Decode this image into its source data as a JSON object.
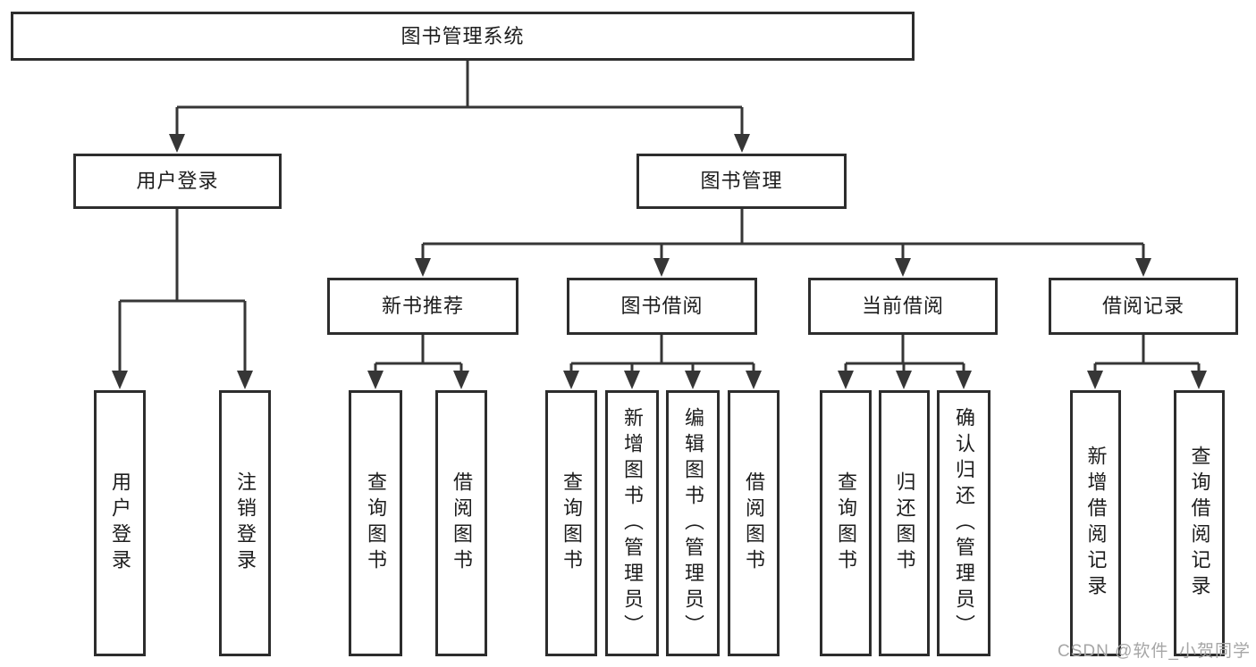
{
  "diagram": {
    "colors": {
      "line": "#363636",
      "border": "#2d2d2d",
      "fill": "#ffffff",
      "text": "#1d1d1d",
      "watermark": "#a6a6a6"
    },
    "root": {
      "label": "图书管理系统"
    },
    "branches": [
      {
        "label": "用户登录",
        "children": [
          {
            "label": "用户登录"
          },
          {
            "label": "注销登录"
          }
        ]
      },
      {
        "label": "图书管理",
        "children": [
          {
            "label": "新书推荐",
            "children": [
              {
                "label": "查询图书"
              },
              {
                "label": "借阅图书"
              }
            ]
          },
          {
            "label": "图书借阅",
            "children": [
              {
                "label": "查询图书"
              },
              {
                "label": "新增图书（管理员）"
              },
              {
                "label": "编辑图书（管理员）"
              },
              {
                "label": "借阅图书"
              }
            ]
          },
          {
            "label": "当前借阅",
            "children": [
              {
                "label": "查询图书"
              },
              {
                "label": "归还图书"
              },
              {
                "label": "确认归还（管理员）"
              }
            ]
          },
          {
            "label": "借阅记录",
            "children": [
              {
                "label": "新增借阅记录"
              },
              {
                "label": "查询借阅记录"
              }
            ]
          }
        ]
      }
    ],
    "watermark": "CSDN @软件_小贺同学"
  }
}
